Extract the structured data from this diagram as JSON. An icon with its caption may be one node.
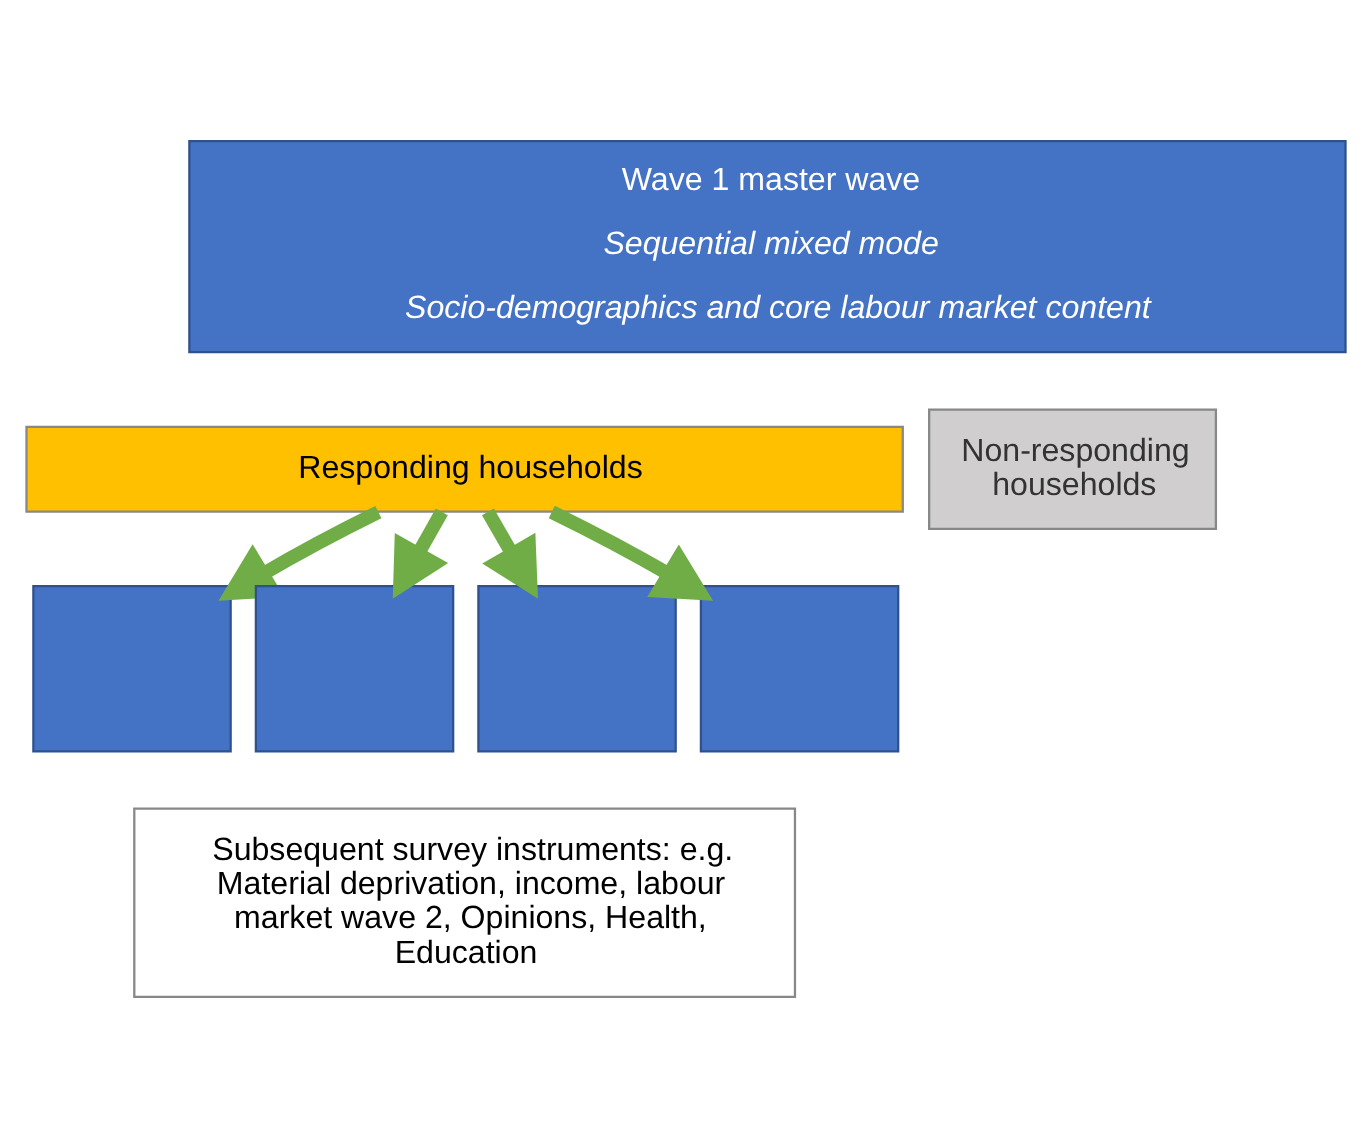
{
  "diagram": {
    "nodes": [
      {
        "text": [
          "Wave 1 master wave",
          "Sequential mixed mode",
          "Socio-demographics and core labour market content"
        ]
      },
      {
        "text": [
          "Responding households"
        ]
      },
      {
        "text": [
          "Non-responding households"
        ]
      },
      {
        "text": [],
        "shape": "box"
      },
      {
        "text": [],
        "shape": "box"
      },
      {
        "text": [],
        "shape": "box"
      },
      {
        "text": [],
        "shape": "box"
      },
      {
        "text": [
          "Subsequent survey instruments: e.g. Material deprivation, income, labour market wave 2, Opinions, Health, Education"
        ]
      }
    ],
    "edges": [
      {
        "from": 1,
        "to": 3,
        "arrow": "to"
      },
      {
        "from": 1,
        "to": 4,
        "arrow": "to"
      },
      {
        "from": 1,
        "to": 5,
        "arrow": "to"
      },
      {
        "from": 1,
        "to": 6,
        "arrow": "to"
      }
    ]
  }
}
